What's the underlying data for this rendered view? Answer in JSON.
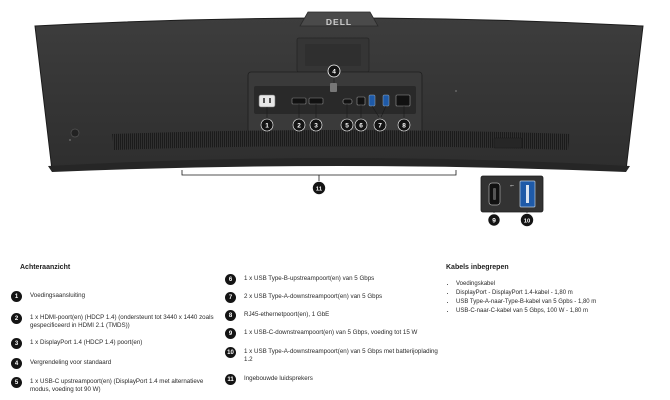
{
  "logo": {
    "text": "DELL"
  },
  "callouts": [
    "1",
    "2",
    "3",
    "4",
    "5",
    "6",
    "7",
    "8",
    "9",
    "10",
    "11"
  ],
  "rear_view": {
    "title": "Achteraanzicht",
    "items": [
      {
        "num": "1",
        "text": "Voedingsaansluiting"
      },
      {
        "num": "2",
        "text": "1 x HDMI-poort(en) (HDCP 1.4) (ondersteunt tot 3440 x 1440 zoals gespecificeerd in HDMI 2.1 (TMDS))"
      },
      {
        "num": "3",
        "text": "1 x DisplayPort 1.4 (HDCP 1.4) poort(en)"
      },
      {
        "num": "4",
        "text": "Vergrendeling voor standaard"
      },
      {
        "num": "5",
        "text": "1 x USB-C upstreampoort(en) (DisplayPort 1.4 met alternatieve modus, voeding tot 90 W)"
      },
      {
        "num": "6",
        "text": "1 x USB Type-B-upstreampoort(en) van 5 Gbps"
      },
      {
        "num": "7",
        "text": "2 x USB Type-A-downstreampoort(en) van 5 Gbps"
      },
      {
        "num": "8",
        "text": "RJ45-ethernetpoort(en), 1 GbE"
      },
      {
        "num": "9",
        "text": "1 x USB-C-downstreampoort(en) van 5 Gbps, voeding tot 15 W"
      },
      {
        "num": "10",
        "text": "1 x USB Type-A-downstreampoort(en) van 5 Gbps met batterijoplading 1.2"
      },
      {
        "num": "11",
        "text": "Ingebouwde luidsprekers"
      }
    ]
  },
  "cables": {
    "title": "Kabels inbegrepen",
    "items": [
      "Voedingskabel",
      "DisplayPort - DisplayPort 1.4-kabel - 1,80 m",
      "USB Type-A-naar-Type-B-kabel van 5 Gpbs - 1,80 m",
      "USB-C-naar-C-kabel van 5 Gbps, 100 W - 1,80 m"
    ]
  }
}
